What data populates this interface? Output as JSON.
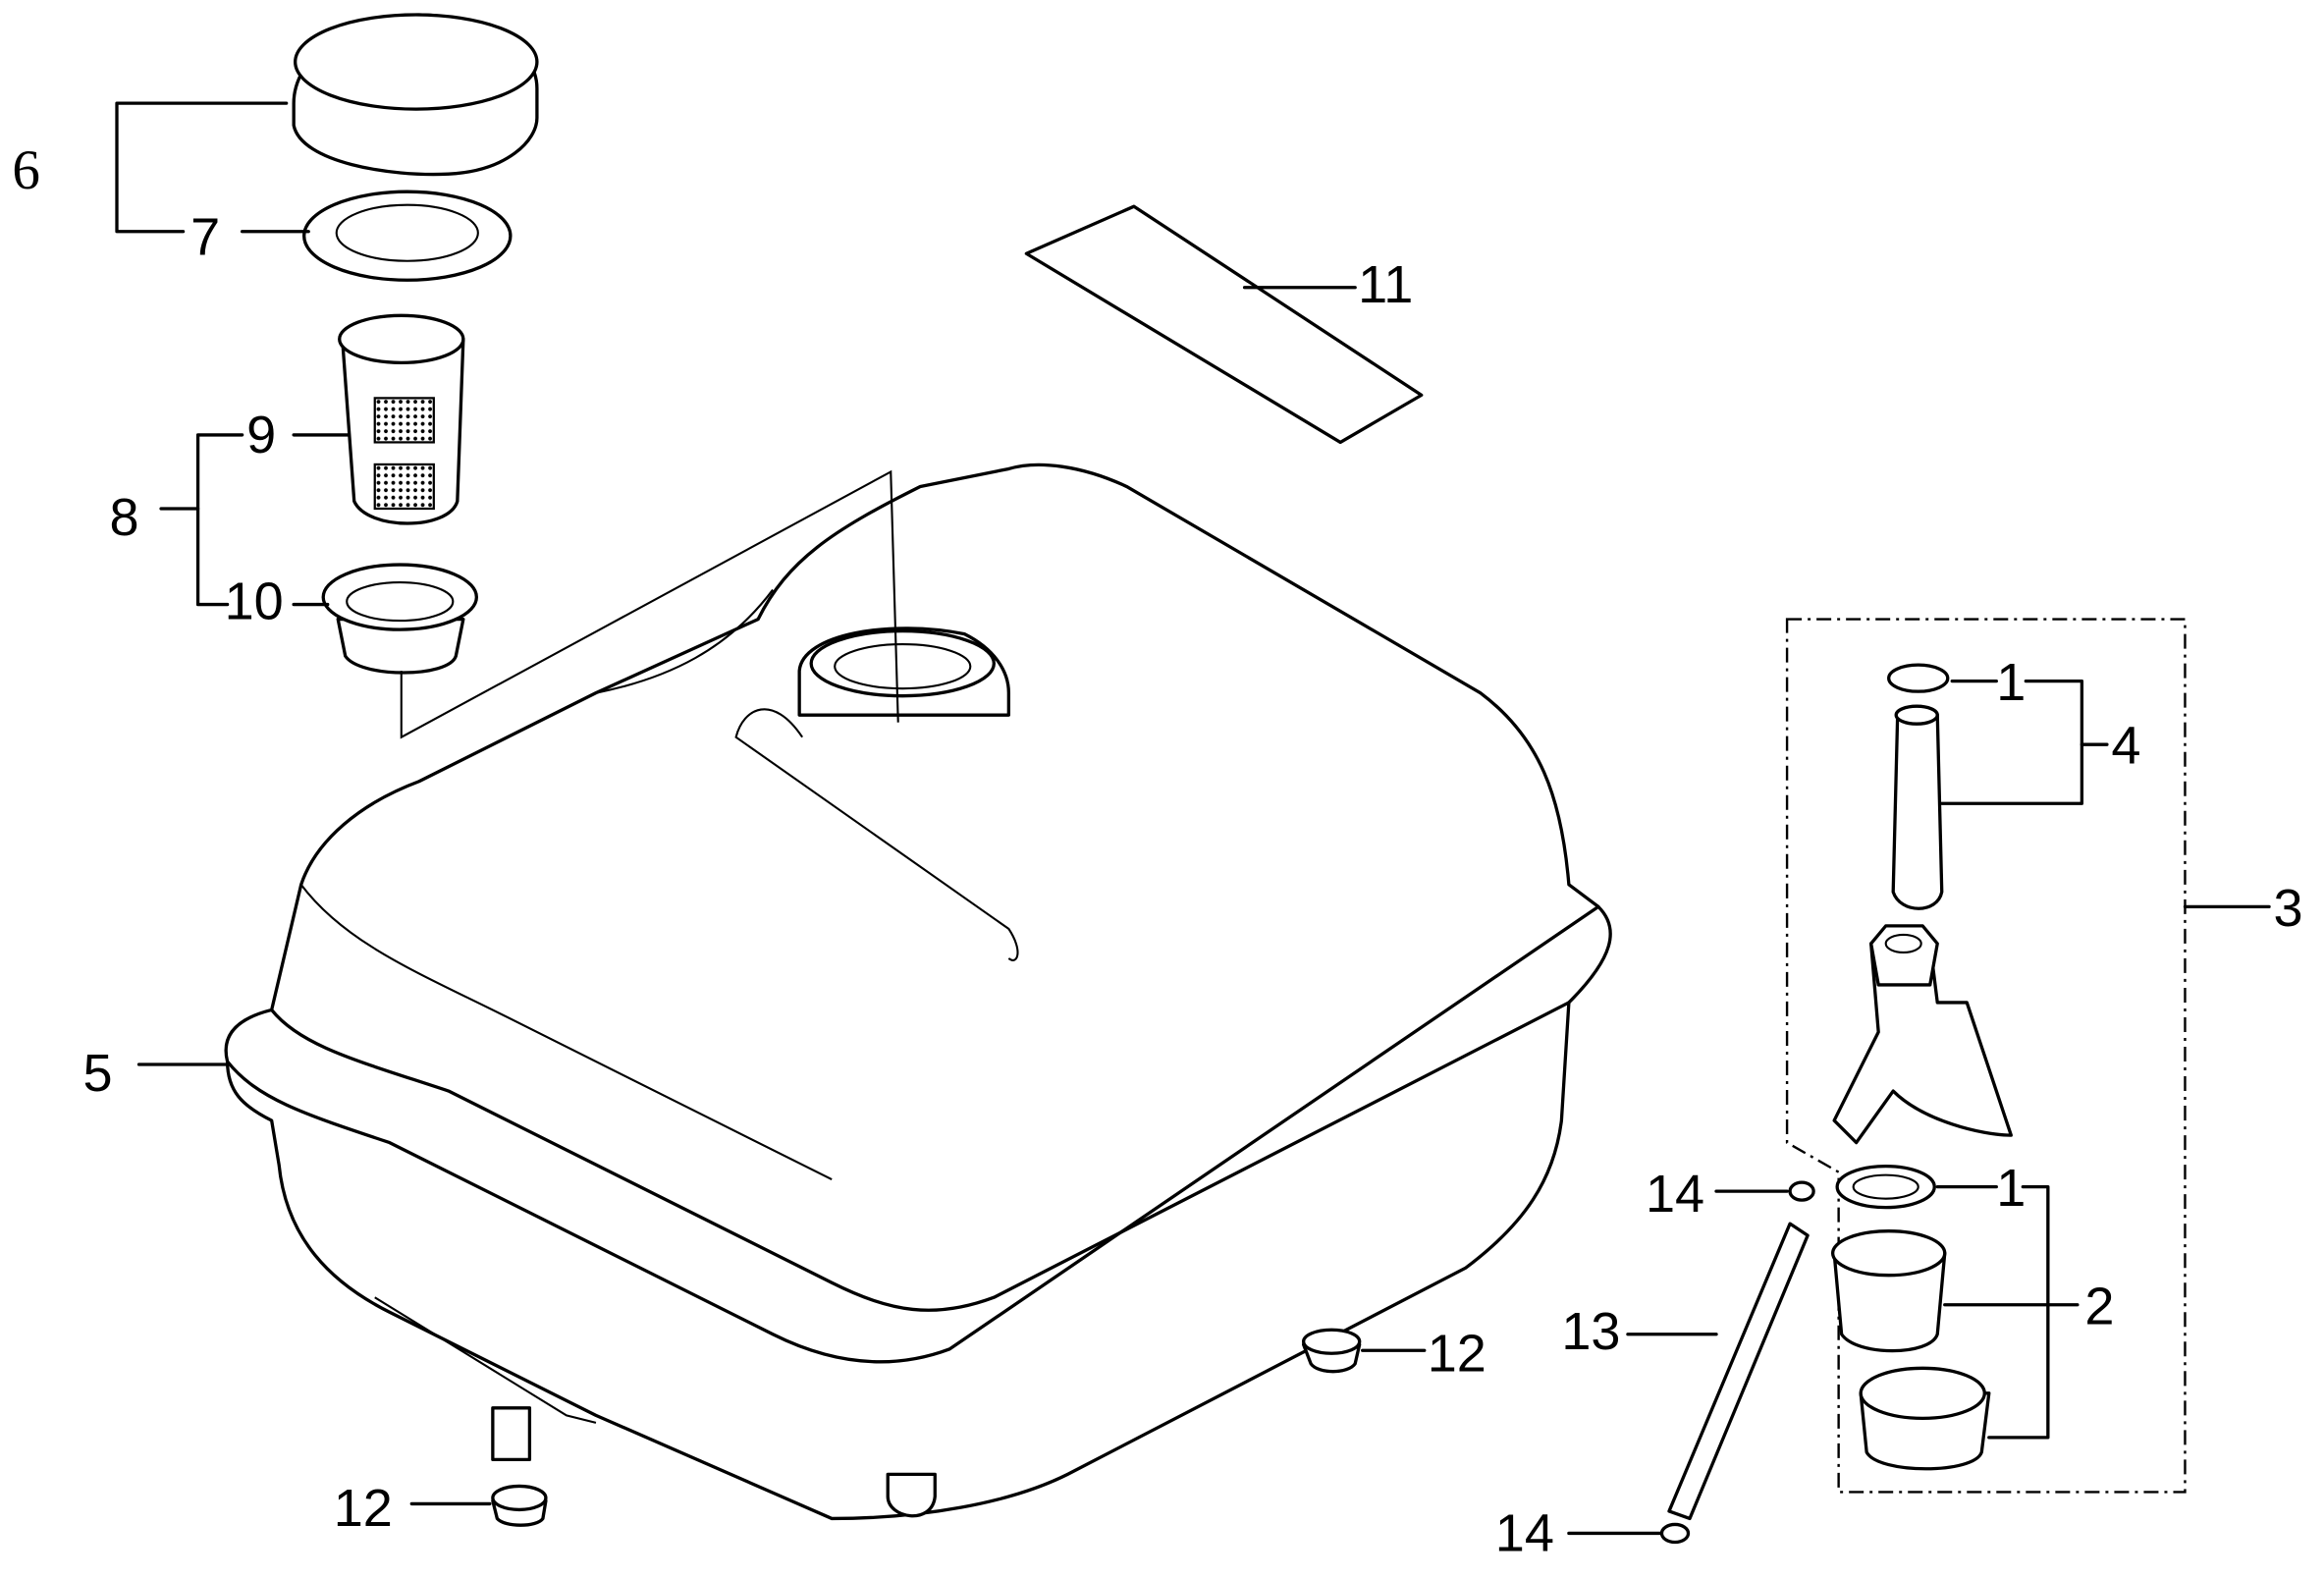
{
  "diagram": {
    "title": "Fuel tank exploded parts diagram",
    "callouts": {
      "c6": "6",
      "c7": "7",
      "c8": "8",
      "c9": "9",
      "c10": "10",
      "c11": "11",
      "c1a": "1",
      "c1b": "1",
      "c2": "2",
      "c3": "3",
      "c4": "4",
      "c5": "5",
      "c12a": "12",
      "c12b": "12",
      "c13": "13",
      "c14a": "14",
      "c14b": "14"
    }
  }
}
